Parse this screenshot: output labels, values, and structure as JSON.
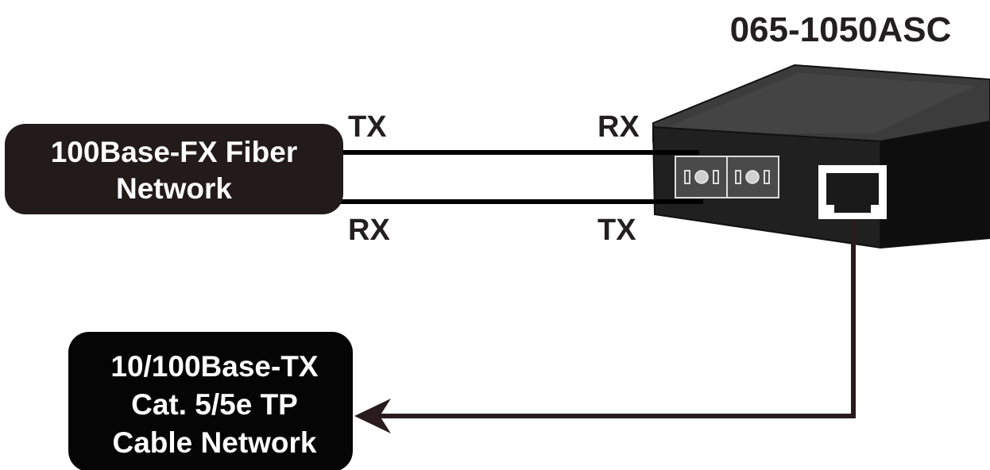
{
  "device": {
    "model": "065-1050ASC"
  },
  "fiber_network": {
    "line1": "100Base-FX Fiber",
    "line2": "Network"
  },
  "tp_network": {
    "line1": "10/100Base-TX",
    "line2": "Cat. 5/5e TP",
    "line3": "Cable Network"
  },
  "fiber_labels": {
    "left_top": "TX",
    "left_bottom": "RX",
    "right_top": "RX",
    "right_bottom": "TX"
  },
  "colors": {
    "box_fill": "#231a1a",
    "box_text": "#ffffff",
    "line": "#000000",
    "cable": "#2a1c1c",
    "device_top": "#3a3a3a",
    "device_front": "#1e1e1e",
    "device_side": "#0d0d0d"
  }
}
